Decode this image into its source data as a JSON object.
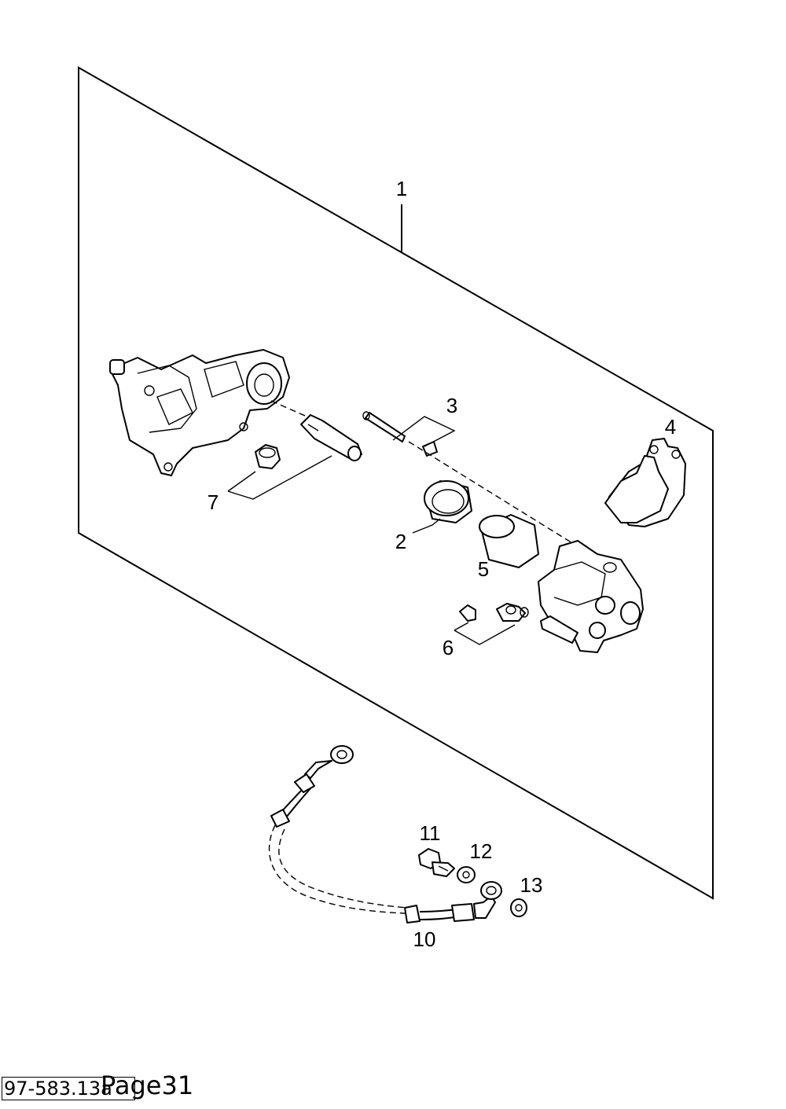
{
  "diagram": {
    "callouts": [
      {
        "id": "1",
        "text": "1"
      },
      {
        "id": "2",
        "text": "2"
      },
      {
        "id": "3",
        "text": "3"
      },
      {
        "id": "4",
        "text": "4"
      },
      {
        "id": "5",
        "text": "5"
      },
      {
        "id": "6",
        "text": "6"
      },
      {
        "id": "7",
        "text": "7"
      },
      {
        "id": "10",
        "text": "10"
      },
      {
        "id": "11",
        "text": "11"
      },
      {
        "id": "12",
        "text": "12"
      },
      {
        "id": "13",
        "text": "13"
      }
    ]
  },
  "footer": {
    "code": "97-583.13a",
    "page": "Page31"
  }
}
